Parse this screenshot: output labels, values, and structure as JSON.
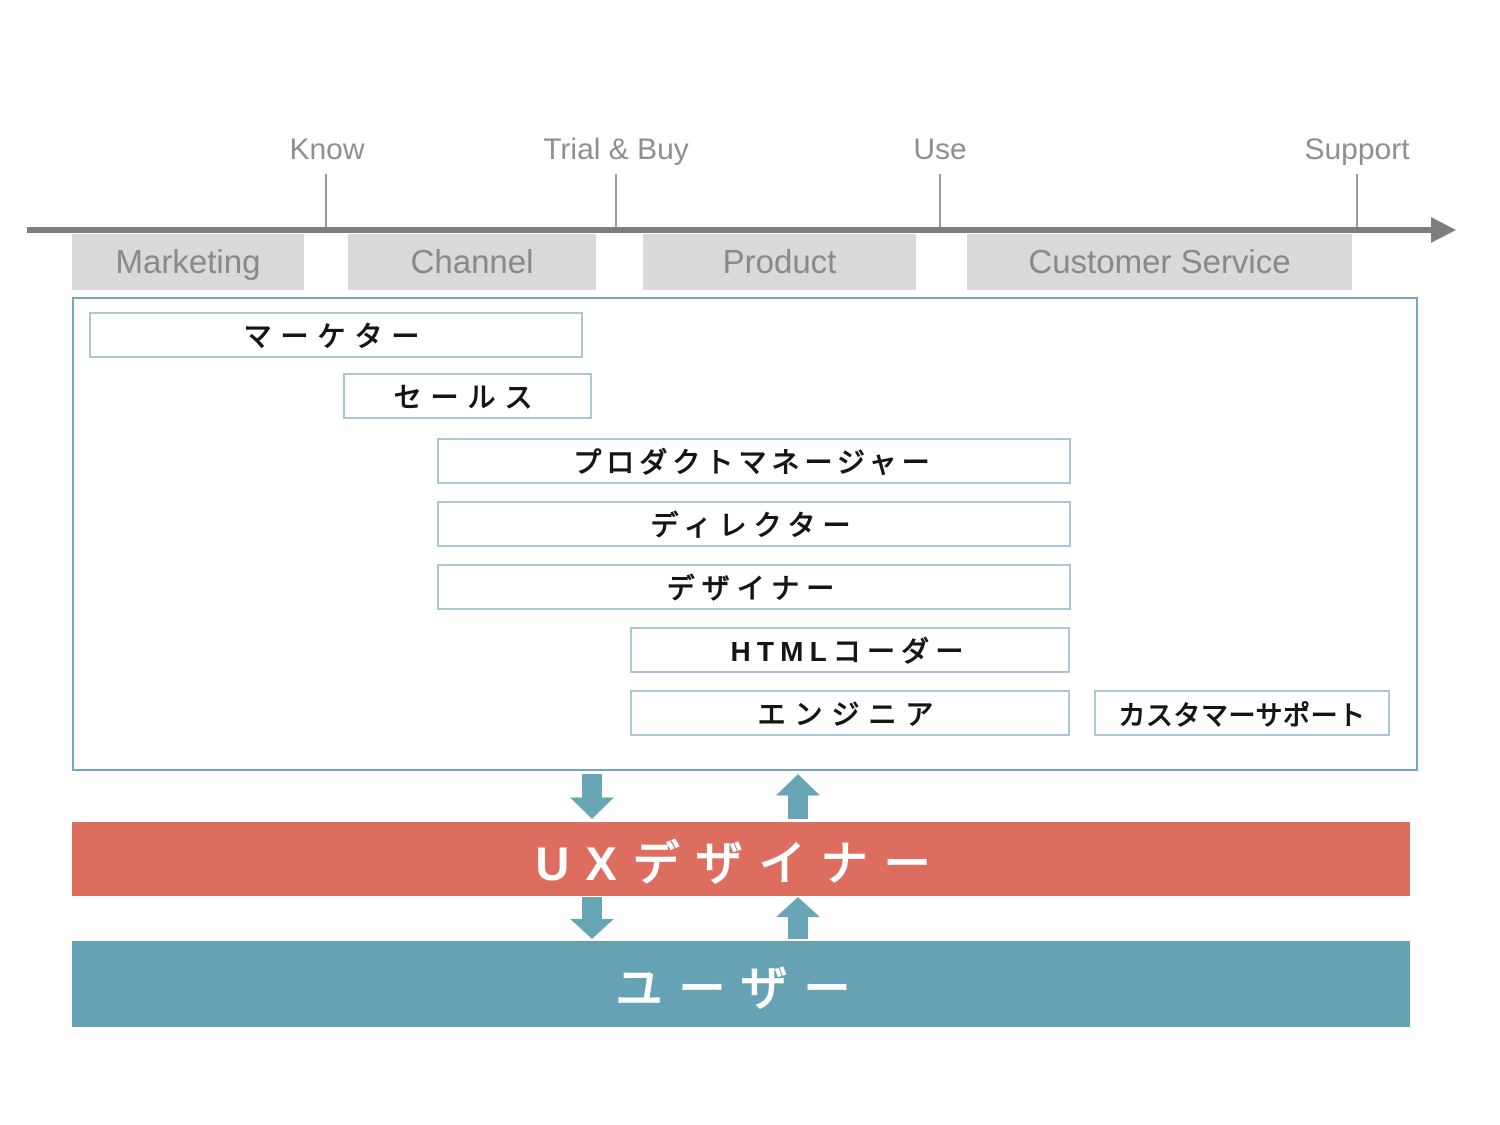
{
  "journey_timeline": {
    "stages": [
      {
        "label": "Know"
      },
      {
        "label": "Trial & Buy"
      },
      {
        "label": "Use"
      },
      {
        "label": "Support"
      }
    ],
    "departments": [
      {
        "label": "Marketing"
      },
      {
        "label": "Channel"
      },
      {
        "label": "Product"
      },
      {
        "label": "Customer Service"
      }
    ],
    "axis_color": "#7e7e7e",
    "tick_color": "#9a9a9a",
    "label_color": "#8f8f8f",
    "department_fill": "#d9d9d9",
    "department_text_color": "#898989"
  },
  "journey_map": {
    "container_border_color": "#74a7ba",
    "role_border_color": "#a9c7d4",
    "role_text_color": "#151515",
    "roles": [
      {
        "label": "マーケター"
      },
      {
        "label": "セールス"
      },
      {
        "label": "プロダクトマネージャー"
      },
      {
        "label": "ディレクター"
      },
      {
        "label": "デザイナー"
      },
      {
        "label": "HTMLコーダー"
      },
      {
        "label": "エンジニア"
      },
      {
        "label": "カスタマーサポート"
      }
    ]
  },
  "connectors": {
    "color": "#68a5b5",
    "icons": [
      "arrow-down",
      "arrow-up",
      "arrow-down",
      "arrow-up"
    ]
  },
  "ux_designer_bar": {
    "label": "UXデザイナー",
    "fill_color": "#dd6e5f",
    "text_color": "#ffffff"
  },
  "user_bar": {
    "label": "ユーザー",
    "fill_color": "#65a3b4",
    "text_color": "#ffffff"
  }
}
